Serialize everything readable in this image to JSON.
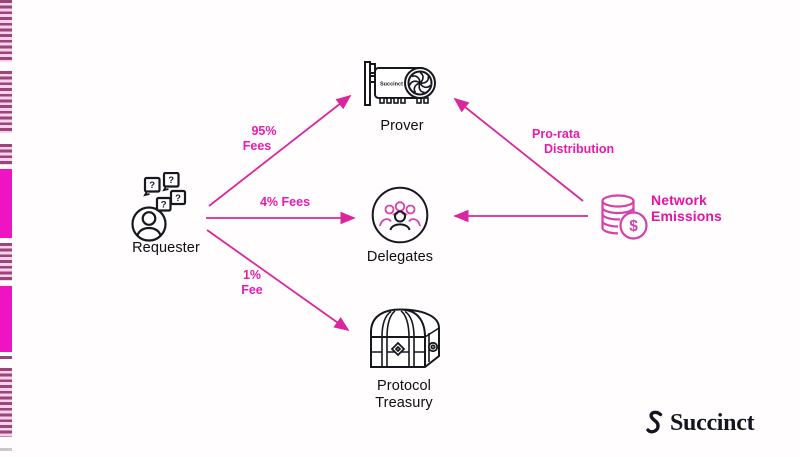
{
  "page": {
    "background": "#fffdfe"
  },
  "colors": {
    "accent_magenta": "#e81bae",
    "arrow_magenta": "#d9269e",
    "solid_block_magenta": "#ef13c2",
    "stripe_dark": "#9b4579",
    "stripe_light": "#f6d3ec",
    "icon_ink": "#17171f",
    "icon_pink": "#d63fae",
    "logo_ink": "#15151f"
  },
  "icons": {
    "requester": "person-with-question-bubbles-icon",
    "prover": "gpu-card-icon",
    "delegates": "people-group-circle-icon",
    "treasury": "treasure-chest-icon",
    "network_emissions": "coin-stack-icon",
    "logo": "succinct-s-glyph-icon"
  },
  "nodes": {
    "requester": {
      "label": "Requester",
      "bubble_mark": "?"
    },
    "prover": {
      "label": "Prover",
      "chip_text": "Succinct"
    },
    "delegates": {
      "label": "Delegates"
    },
    "treasury": {
      "line1": "Protocol",
      "line2": "Treasury"
    },
    "network_emissions": {
      "line1": "Network",
      "line2": "Emissions",
      "coin_symbol": "$"
    }
  },
  "flows": {
    "to_prover": {
      "line1": "95%",
      "line2": "Fees"
    },
    "to_delegates": {
      "label": "4% Fees"
    },
    "to_treasury": {
      "line1": "1%",
      "line2": "Fee"
    },
    "pro_rata": {
      "line1": "Pro-rata",
      "line2": "Distribution"
    }
  },
  "logo": {
    "text": "Succinct"
  }
}
